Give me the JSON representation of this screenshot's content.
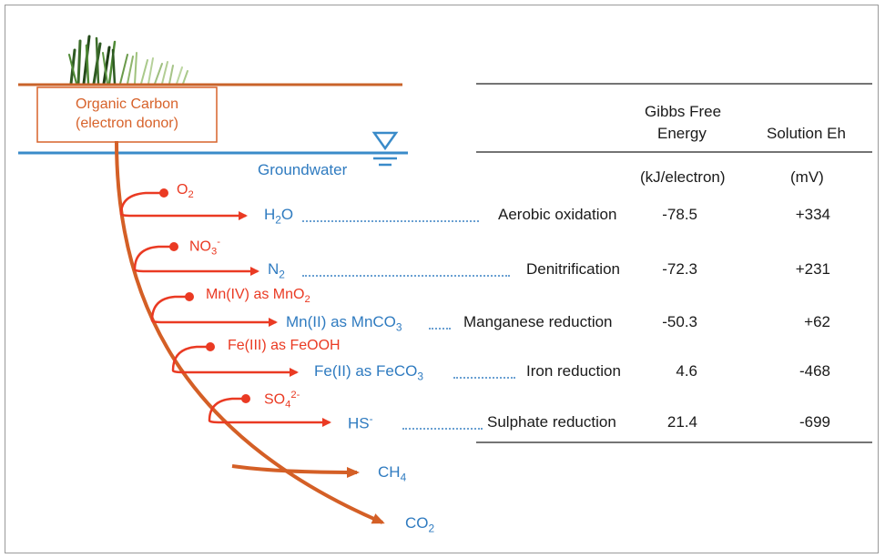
{
  "colors": {
    "ground_line": "#c9632a",
    "water_line": "#3a8bc9",
    "arrow_trunk": "#d45f26",
    "branch_red": "#ea3a23",
    "blue_text": "#2f7bc0",
    "black_text": "#1a1a1a"
  },
  "icons": {
    "vegetation": "grass-tuft-icon",
    "water_table": "inverted-triangle-water-table-icon"
  },
  "organic_carbon": {
    "line1": "Organic Carbon",
    "line2": "(electron donor)"
  },
  "groundwater_label": "Groundwater",
  "headers": {
    "gibbs_line1": "Gibbs Free",
    "gibbs_line2": "Energy",
    "eh": "Solution Eh",
    "gibbs_unit": "(kJ/electron)",
    "eh_unit": "(mV)"
  },
  "reactions": [
    {
      "acceptor": "O",
      "acceptor_sub": "2",
      "acceptor_sup": "",
      "product": "H",
      "product_sub": "2",
      "product_tail": "O",
      "process": "Aerobic oxidation",
      "gibbs": "-78.5",
      "eh": "+334"
    },
    {
      "acceptor": "NO",
      "acceptor_sub": "3",
      "acceptor_sup": "-",
      "product": "N",
      "product_sub": "2",
      "product_tail": "",
      "process": "Denitrification",
      "gibbs": "-72.3",
      "eh": "+231"
    },
    {
      "acceptor": "Mn(IV) as MnO",
      "acceptor_sub": "2",
      "acceptor_sup": "",
      "product": "Mn(II) as MnCO",
      "product_sub": "3",
      "product_tail": "",
      "process": "Manganese reduction",
      "gibbs": "-50.3",
      "eh": "+62"
    },
    {
      "acceptor": "Fe(III) as FeOOH",
      "acceptor_sub": "",
      "acceptor_sup": "",
      "product": "Fe(II) as FeCO",
      "product_sub": "3",
      "product_tail": "",
      "process": "Iron reduction",
      "gibbs": "4.6",
      "eh": "-468"
    },
    {
      "acceptor": "SO",
      "acceptor_sub": "4",
      "acceptor_sup": "2-",
      "product": "HS",
      "product_sub": "",
      "product_sup": "-",
      "product_tail": "",
      "process": "Sulphate reduction",
      "gibbs": "21.4",
      "eh": "-699"
    }
  ],
  "end_products": [
    {
      "main": "CH",
      "sub": "4"
    },
    {
      "main": "CO",
      "sub": "2"
    }
  ]
}
